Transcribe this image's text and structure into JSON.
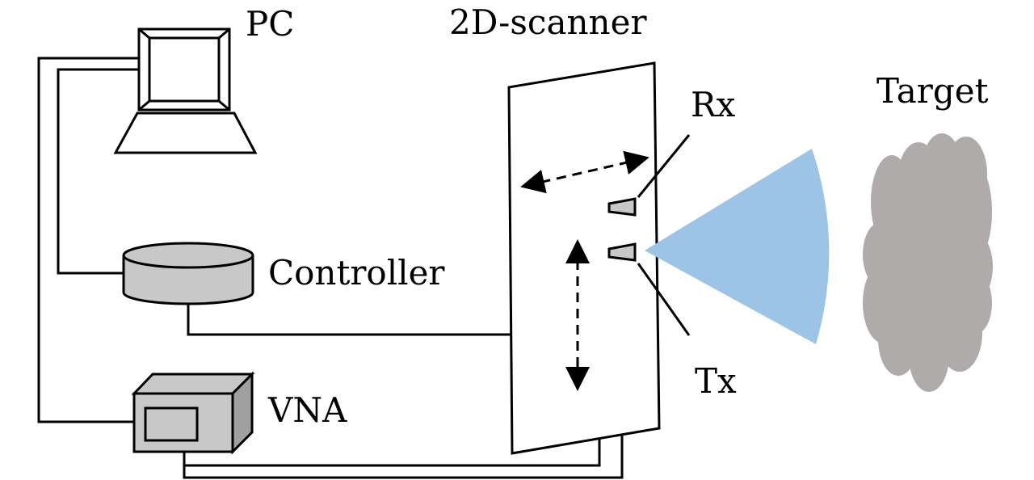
{
  "labels": {
    "pc": "PC",
    "scanner": "2D-scanner",
    "controller": "Controller",
    "vna": "VNA",
    "rx": "Rx",
    "tx": "Tx",
    "target": "Target"
  },
  "colors": {
    "beam": "#9dc3e6",
    "target": "#afabab",
    "device_fill": "#c8c8c8",
    "vna_dark": "#a0a0a0",
    "line": "#000000"
  }
}
